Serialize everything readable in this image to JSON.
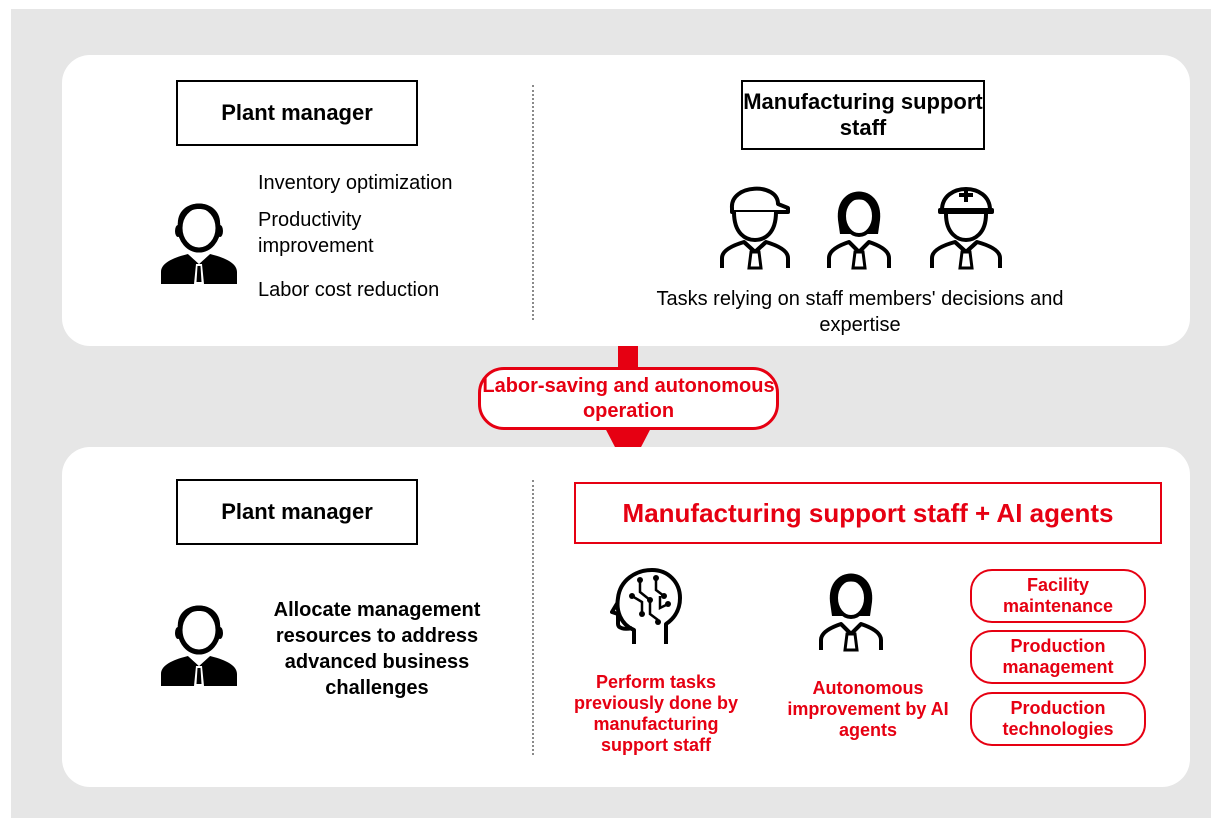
{
  "top": {
    "left_title": "Plant manager",
    "left_items": [
      "Inventory optimization",
      "Productivity improvement",
      "Labor cost reduction"
    ],
    "right_title": "Manufacturing support staff",
    "right_caption": "Tasks relying on staff members' decisions and expertise"
  },
  "transition": {
    "label": "Labor-saving and autonomous operation"
  },
  "bottom": {
    "left_title": "Plant manager",
    "left_caption": "Allocate management resources to address advanced business challenges",
    "right_title": "Manufacturing support staff + AI agents",
    "ai_caption": "Perform tasks previously done by manufacturing support staff",
    "staff_caption": "Autonomous improvement by AI agents",
    "areas": [
      "Facility maintenance",
      "Production management",
      "Production technologies"
    ]
  },
  "colors": {
    "accent": "#e60012",
    "background": "#e6e6e6",
    "panel": "#ffffff"
  },
  "icons": [
    "manager-icon",
    "worker-cap-icon",
    "staff-woman-icon",
    "worker-helmet-icon",
    "ai-brain-icon",
    "arrow-down-icon"
  ]
}
